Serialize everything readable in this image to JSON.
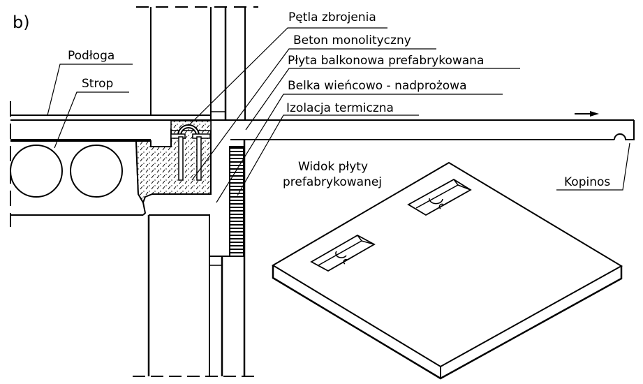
{
  "figure": {
    "panel_label": "b)",
    "labels": {
      "floor": "Podłoga",
      "slab": "Strop",
      "rebar_loop": "Pętla zbrojenia",
      "monolithic_concrete": "Beton monolityczny",
      "balcony_slab": "Płyta balkonowa prefabrykowana",
      "ring_lintel_beam": "Belka wieńcowo - nadprożowa",
      "thermal_insulation": "Izolacja termiczna",
      "edge_drip": "Kopinos",
      "view_line1": "Widok płyty",
      "view_line2": "prefabrykowanej"
    },
    "colors": {
      "ink": "#000000",
      "paper": "#ffffff"
    }
  }
}
